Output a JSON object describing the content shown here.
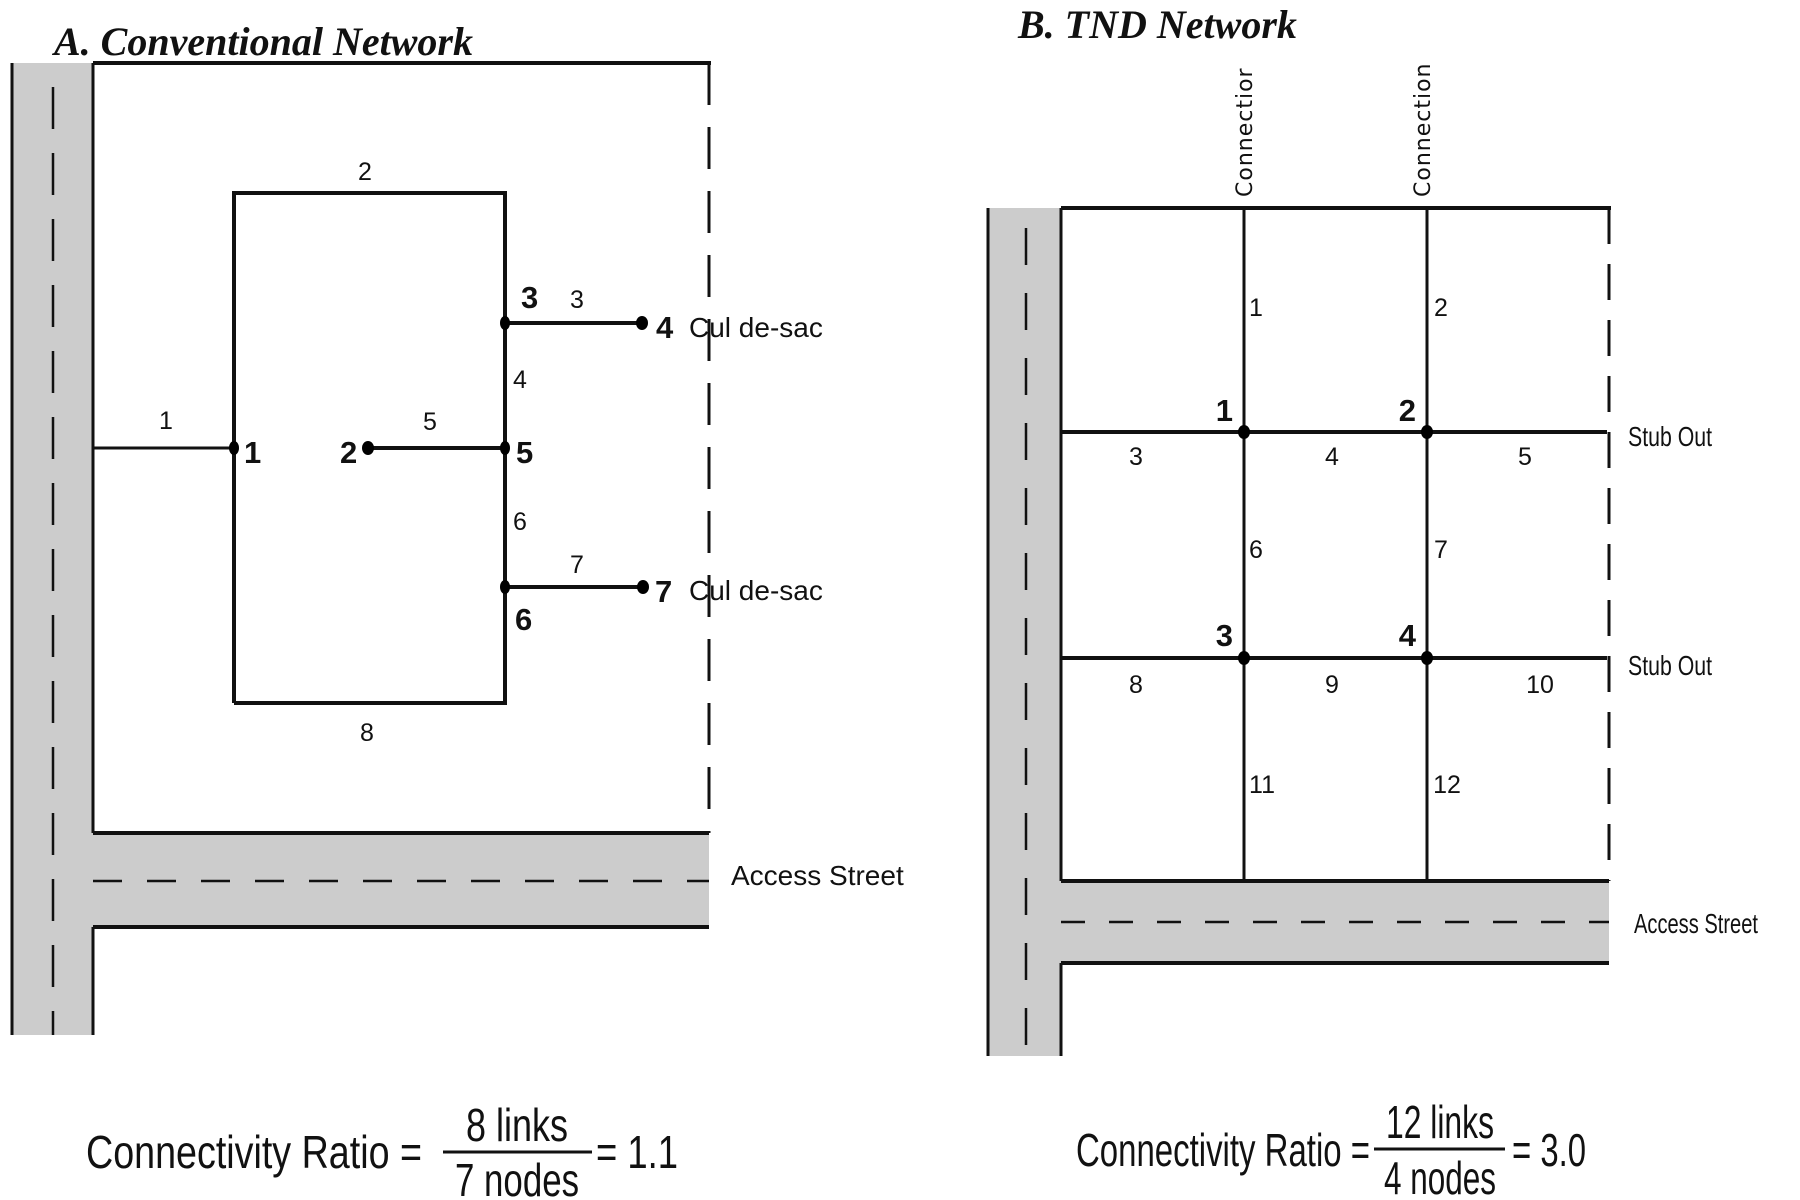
{
  "panels": {
    "conventional": {
      "title": "A. Conventional Network",
      "link_labels": [
        "1",
        "2",
        "3",
        "4",
        "5",
        "6",
        "7",
        "8"
      ],
      "node_labels": [
        "1",
        "2",
        "3",
        "4",
        "5",
        "6",
        "7"
      ],
      "cul_de_sac_label": "Cul de-sac",
      "access_street_label": "Access Street",
      "formula": {
        "prefix": "Connectivity Ratio =",
        "numerator": "8 links",
        "denominator": "7 nodes",
        "result": "= 1.1"
      },
      "links": 8,
      "nodes": 7,
      "ratio": 1.1
    },
    "tnd": {
      "title": "B. TND Network",
      "connector_labels": [
        "Connectior",
        "Connection"
      ],
      "link_labels": [
        "1",
        "2",
        "3",
        "4",
        "5",
        "6",
        "7",
        "8",
        "9",
        "10",
        "11",
        "12"
      ],
      "node_labels": [
        "1",
        "2",
        "3",
        "4"
      ],
      "stub_out_label": "Stub Out",
      "access_street_label": "Access Street",
      "formula": {
        "prefix": "Connectivity Ratio =",
        "numerator": "12 links",
        "denominator": "4 nodes",
        "result": "= 3.0"
      },
      "links": 12,
      "nodes": 4,
      "ratio": 3.0
    }
  },
  "colors": {
    "road_fill": "#cccccc",
    "line": "#111111",
    "background": "#ffffff"
  }
}
